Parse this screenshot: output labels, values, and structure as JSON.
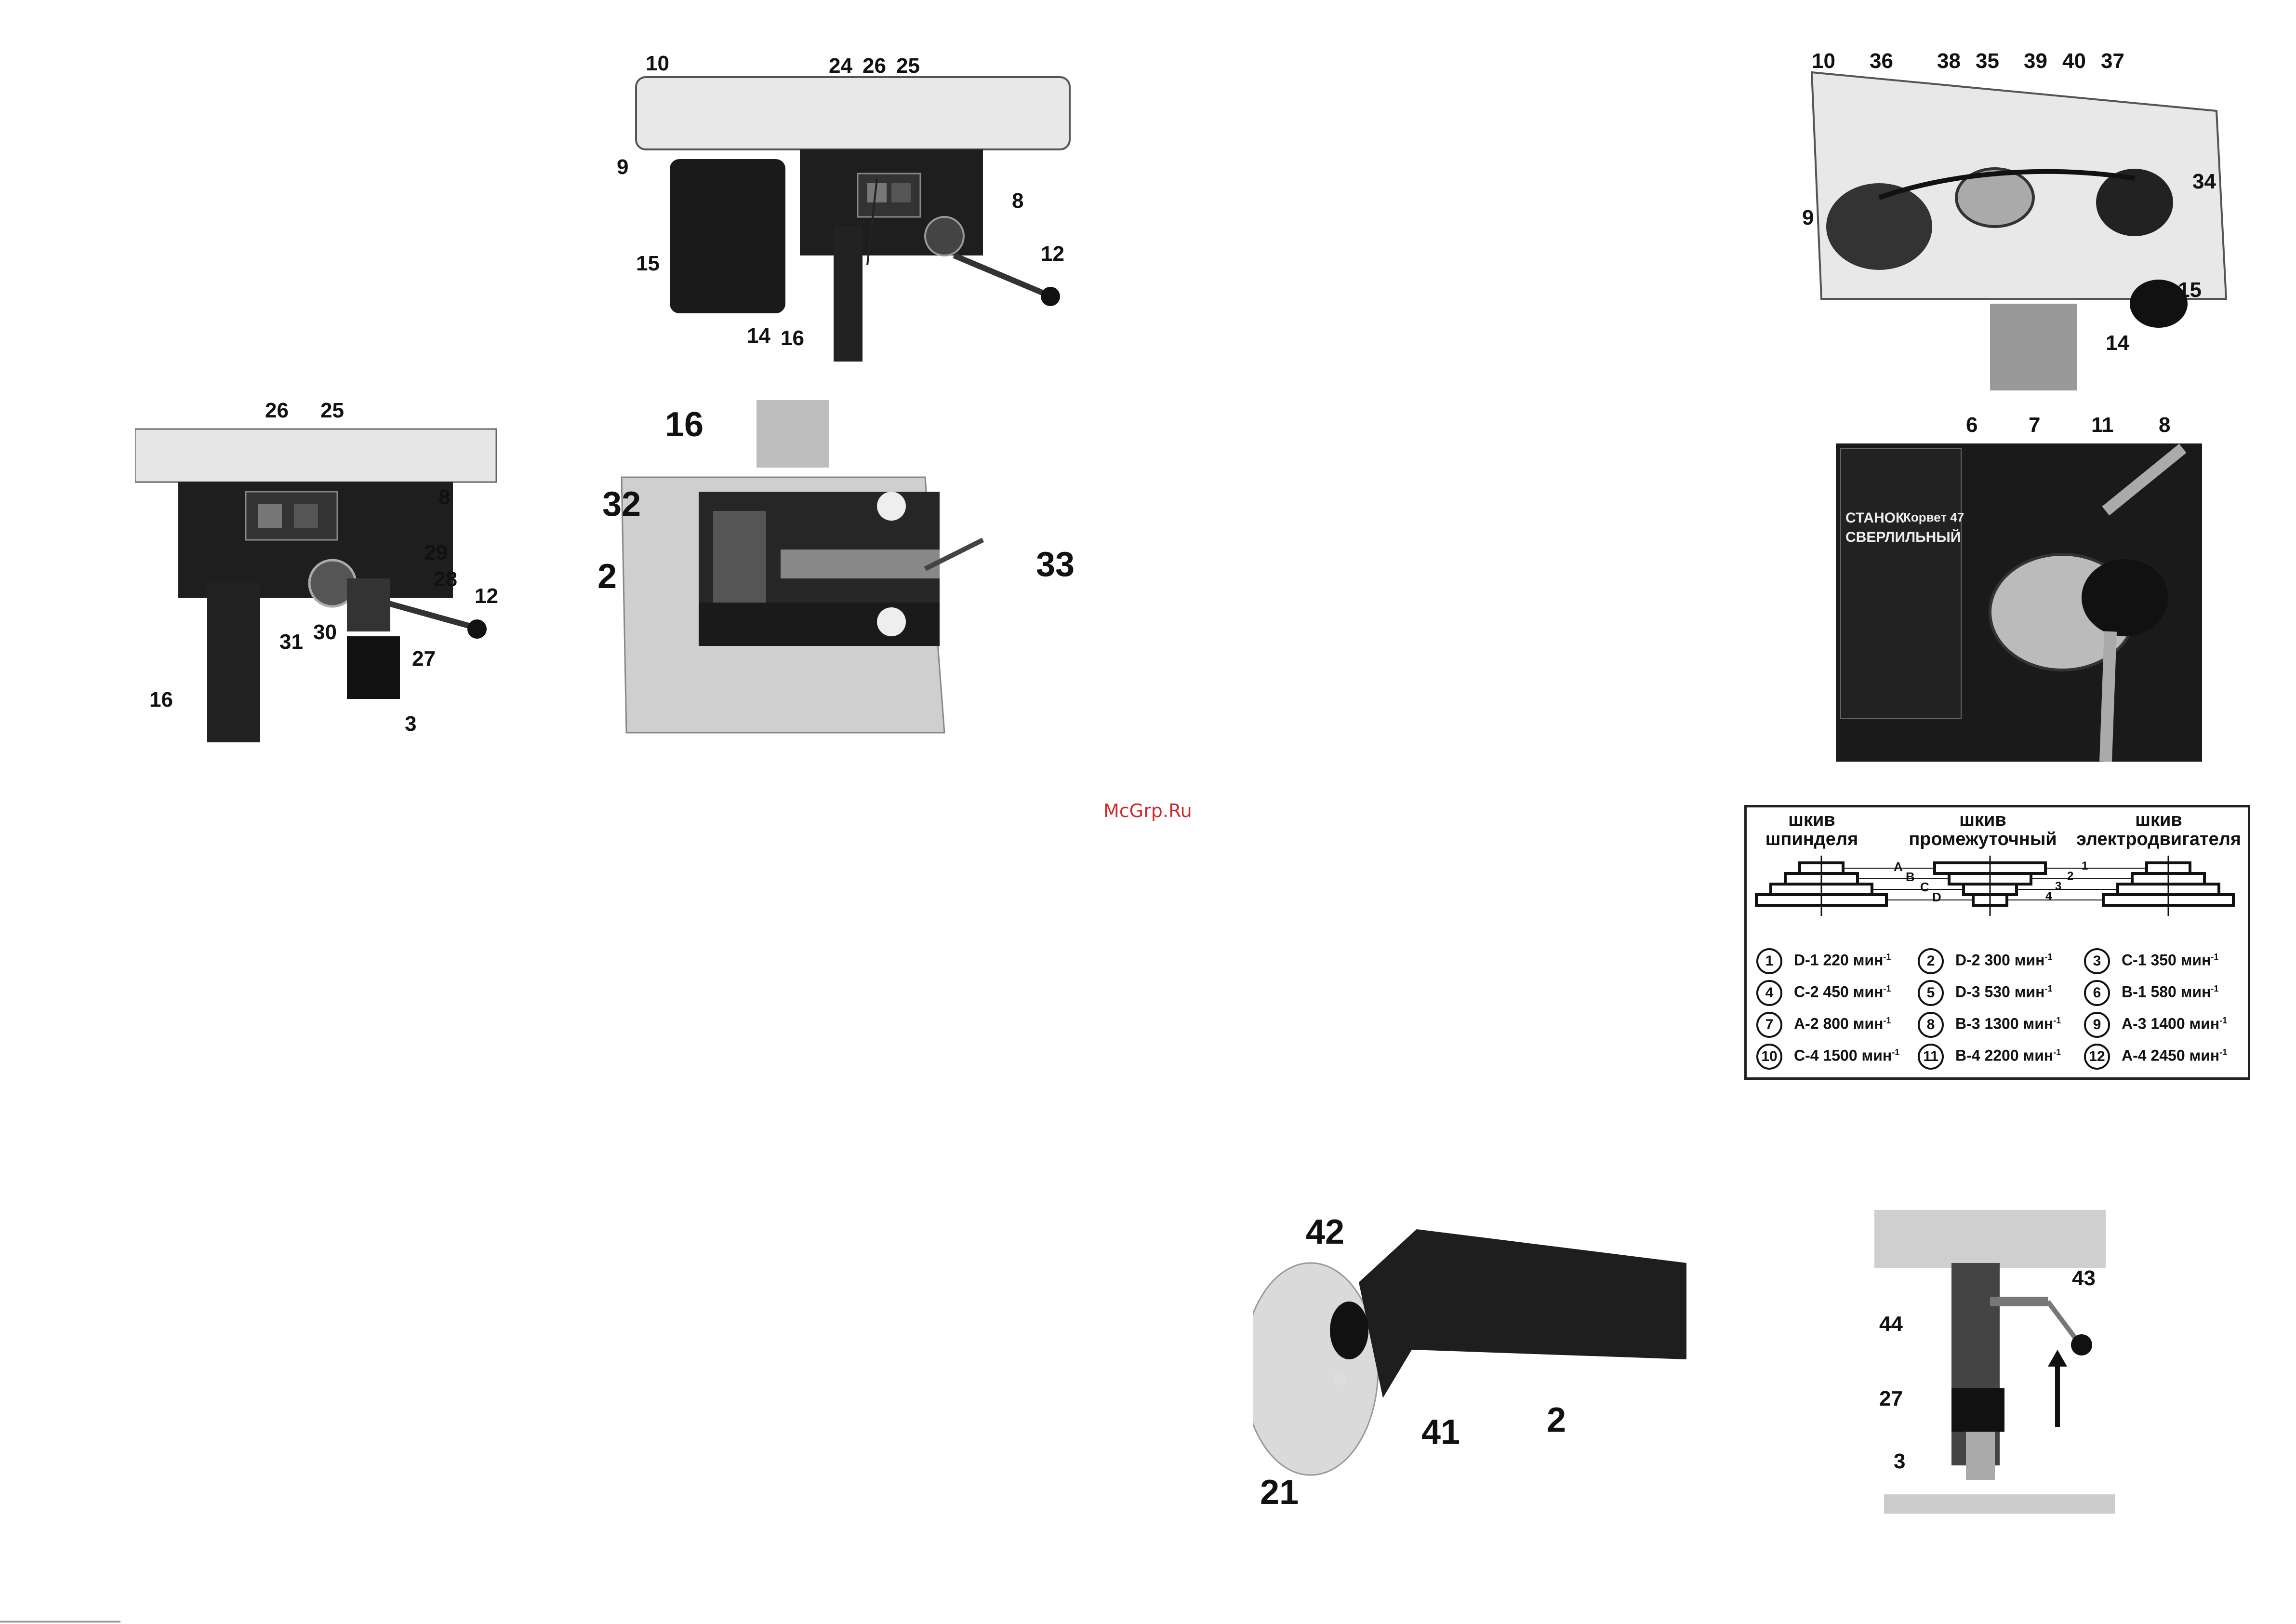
{
  "watermark": "McGrp.Ru",
  "fig1_labels": {
    "l10": "10",
    "l9": "9",
    "l24": "24",
    "l26": "26",
    "l25": "25",
    "l8": "8",
    "l15": "15",
    "l12": "12",
    "l14": "14",
    "l16": "16"
  },
  "fig2_labels": {
    "l26": "26",
    "l25": "25",
    "l8": "8",
    "l29": "29",
    "l28": "28",
    "l12": "12",
    "l31": "31",
    "l30": "30",
    "l27": "27",
    "l16": "16",
    "l3": "3"
  },
  "fig3_labels": {
    "l16": "16",
    "l32": "32",
    "l2": "2",
    "l33": "33"
  },
  "fig4_labels": {
    "l10": "10",
    "l36": "36",
    "l38": "38",
    "l35": "35",
    "l39": "39",
    "l40": "40",
    "l37": "37",
    "l9": "9",
    "l34": "34",
    "l15": "15",
    "l14": "14"
  },
  "fig5_labels": {
    "l6": "6",
    "l7": "7",
    "l11": "11",
    "l8": "8"
  },
  "fig5_panel": {
    "line1": "СТАНОК",
    "line2": "СВЕРЛИЛЬНЫЙ",
    "line3": "Корвет 47"
  },
  "fig6_labels": {
    "l42": "42",
    "l41": "41",
    "l2": "2",
    "l21": "21"
  },
  "fig7_labels": {
    "l43": "43",
    "l44": "44",
    "l27": "27",
    "l3": "3"
  },
  "speed_chart": {
    "headers": [
      {
        "line1": "шкив",
        "line2": "шпинделя"
      },
      {
        "line1": "шкив",
        "line2": "промежуточный"
      },
      {
        "line1": "шкив",
        "line2": "электродвигателя"
      }
    ],
    "letters": [
      "A",
      "B",
      "C",
      "D"
    ],
    "digits": [
      "1",
      "2",
      "3",
      "4"
    ],
    "unit_sup": "-1",
    "speeds": [
      {
        "n": "1",
        "text": "D-1 220 мин"
      },
      {
        "n": "2",
        "text": "D-2 300 мин"
      },
      {
        "n": "3",
        "text": "C-1 350 мин"
      },
      {
        "n": "4",
        "text": "C-2 450 мин"
      },
      {
        "n": "5",
        "text": "D-3 530 мин"
      },
      {
        "n": "6",
        "text": "B-1 580 мин"
      },
      {
        "n": "7",
        "text": "A-2 800 мин"
      },
      {
        "n": "8",
        "text": "B-3 1300 мин"
      },
      {
        "n": "9",
        "text": "A-3 1400 мин"
      },
      {
        "n": "10",
        "text": "C-4 1500 мин"
      },
      {
        "n": "11",
        "text": "B-4 2200 мин"
      },
      {
        "n": "12",
        "text": "A-4 2450 мин"
      }
    ]
  }
}
